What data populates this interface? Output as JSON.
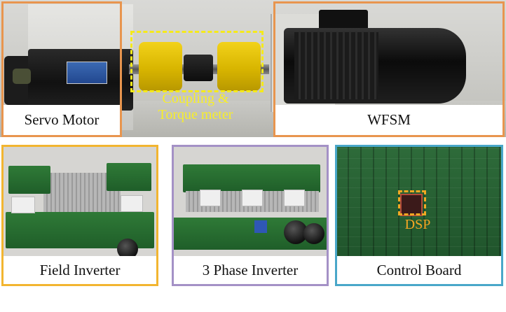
{
  "top_photo": {
    "servo_motor_label": "Servo Motor",
    "coupling_label_line1": "Coupling &",
    "coupling_label_line2": "Torque meter",
    "wfsm_label": "WFSM"
  },
  "bottom_photos": {
    "field_inverter_label": "Field Inverter",
    "three_phase_inverter_label": "3 Phase Inverter",
    "control_board_label": "Control Board",
    "dsp_label": "DSP"
  },
  "colors": {
    "servo_frame": "#e8954e",
    "coupling_frame": "#f5ea1a",
    "wfsm_frame": "#e8954e",
    "field_inverter_frame": "#f2b530",
    "three_phase_frame": "#a491c6",
    "control_board_frame": "#49a7c9",
    "dsp_frame": "#f1a823"
  }
}
